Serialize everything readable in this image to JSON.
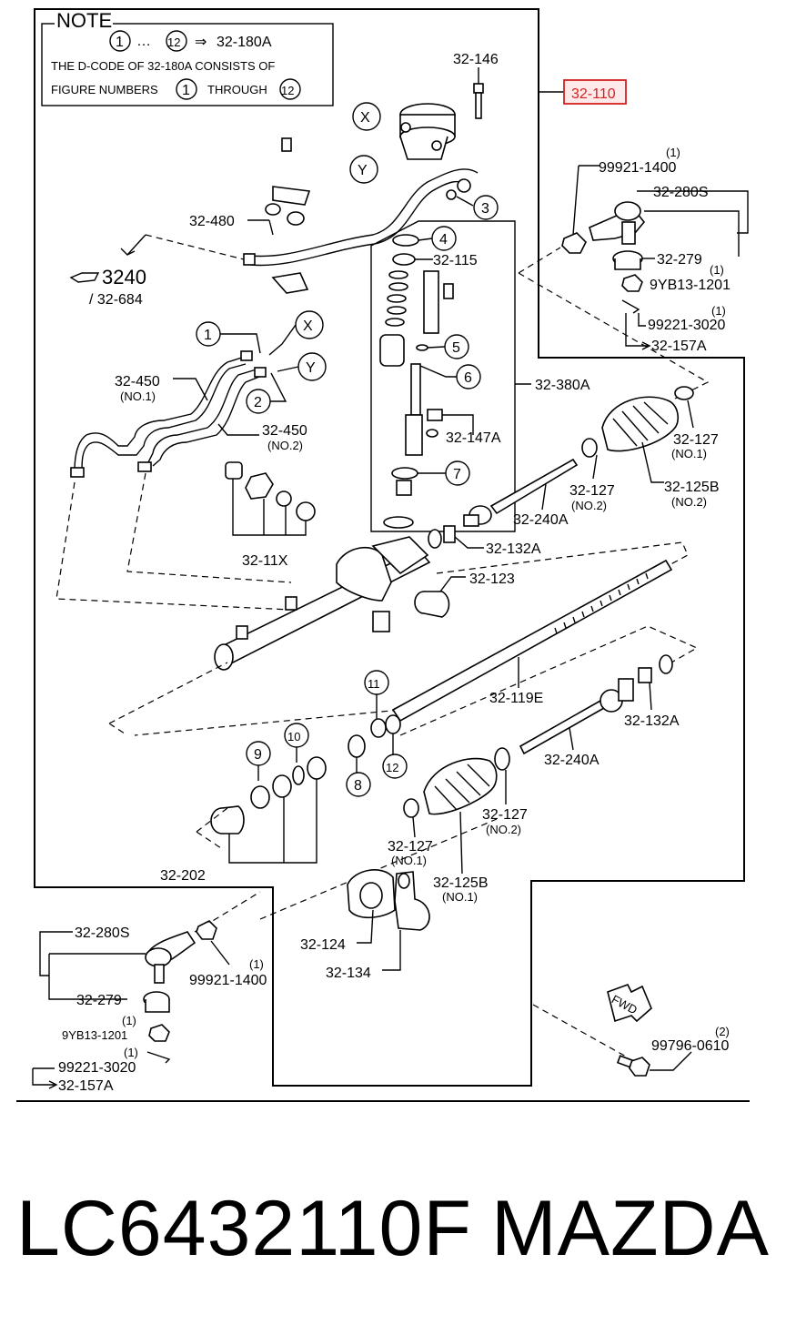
{
  "note": {
    "title": "NOTE",
    "range_from": "1",
    "range_dots": "…",
    "range_to": "12",
    "arrow": "⇒",
    "range_code": "32-180A",
    "line2": "THE D-CODE OF 32-180A CONSISTS OF",
    "line3_a": "FIGURE NUMBERS",
    "line3_b": "THROUGH",
    "num_a": "1",
    "num_b": "12"
  },
  "highlight": {
    "label": "32-110",
    "color": "#d42020"
  },
  "circled": {
    "c1": "1",
    "c2": "2",
    "c3": "3",
    "c4": "4",
    "c5": "5",
    "c6": "6",
    "c7": "7",
    "c8": "8",
    "c9": "9",
    "c10": "10",
    "c11": "11",
    "c12": "12",
    "cx1": "X",
    "cy1": "Y",
    "cx2": "X",
    "cy2": "Y"
  },
  "labels": {
    "p32_146": "32-146",
    "p32_480": "32-480",
    "p3240": "3240",
    "p32_684": "/ 32-684",
    "p32_115": "32-115",
    "p32_380A": "32-380A",
    "p32_147A": "32-147A",
    "p32_450a": "32-450",
    "p32_450a_n": "(NO.1)",
    "p32_450b": "32-450",
    "p32_450b_n": "(NO.2)",
    "p32_11X": "32-11X",
    "p99921_top": "99921-1400",
    "p99921_top_q": "(1)",
    "p32_280S_top": "32-280S",
    "p32_279_top": "32-279",
    "p9YB13_top": "9YB13-1201",
    "p9YB13_top_q": "(1)",
    "p99221_top": "99221-3020",
    "p99221_top_q": "(1)",
    "p32_157A_top": "32-157A",
    "p32_127_a": "32-127",
    "p32_127_a_n": "(NO.1)",
    "p32_127_b": "32-127",
    "p32_127_b_n": "(NO.2)",
    "p32_125B_a": "32-125B",
    "p32_125B_a_n": "(NO.2)",
    "p32_240A_a": "32-240A",
    "p32_132A_a": "32-132A",
    "p32_123": "32-123",
    "p32_119E": "32-119E",
    "p32_132A_b": "32-132A",
    "p32_240A_b": "32-240A",
    "p32_127_c": "32-127",
    "p32_127_c_n": "(NO.2)",
    "p32_127_d": "32-127",
    "p32_127_d_n": "(NO.1)",
    "p32_125B_b": "32-125B",
    "p32_125B_b_n": "(NO.1)",
    "p32_202": "32-202",
    "p32_124": "32-124",
    "p32_134": "32-134",
    "p32_280S_bot": "32-280S",
    "p32_279_bot": "32-279",
    "p99921_bot": "99921-1400",
    "p99921_bot_q": "(1)",
    "p9YB13_bot": "9YB13-1201",
    "p9YB13_bot_q": "(1)",
    "p99221_bot": "99221-3020",
    "p99221_bot_q": "(1)",
    "p32_157A_bot": "32-157A",
    "fwd": "FWD",
    "p99796": "99796-0610",
    "p99796_q": "(2)"
  },
  "footer": {
    "part_number": "LC6432110F",
    "brand": "MAZDA"
  }
}
